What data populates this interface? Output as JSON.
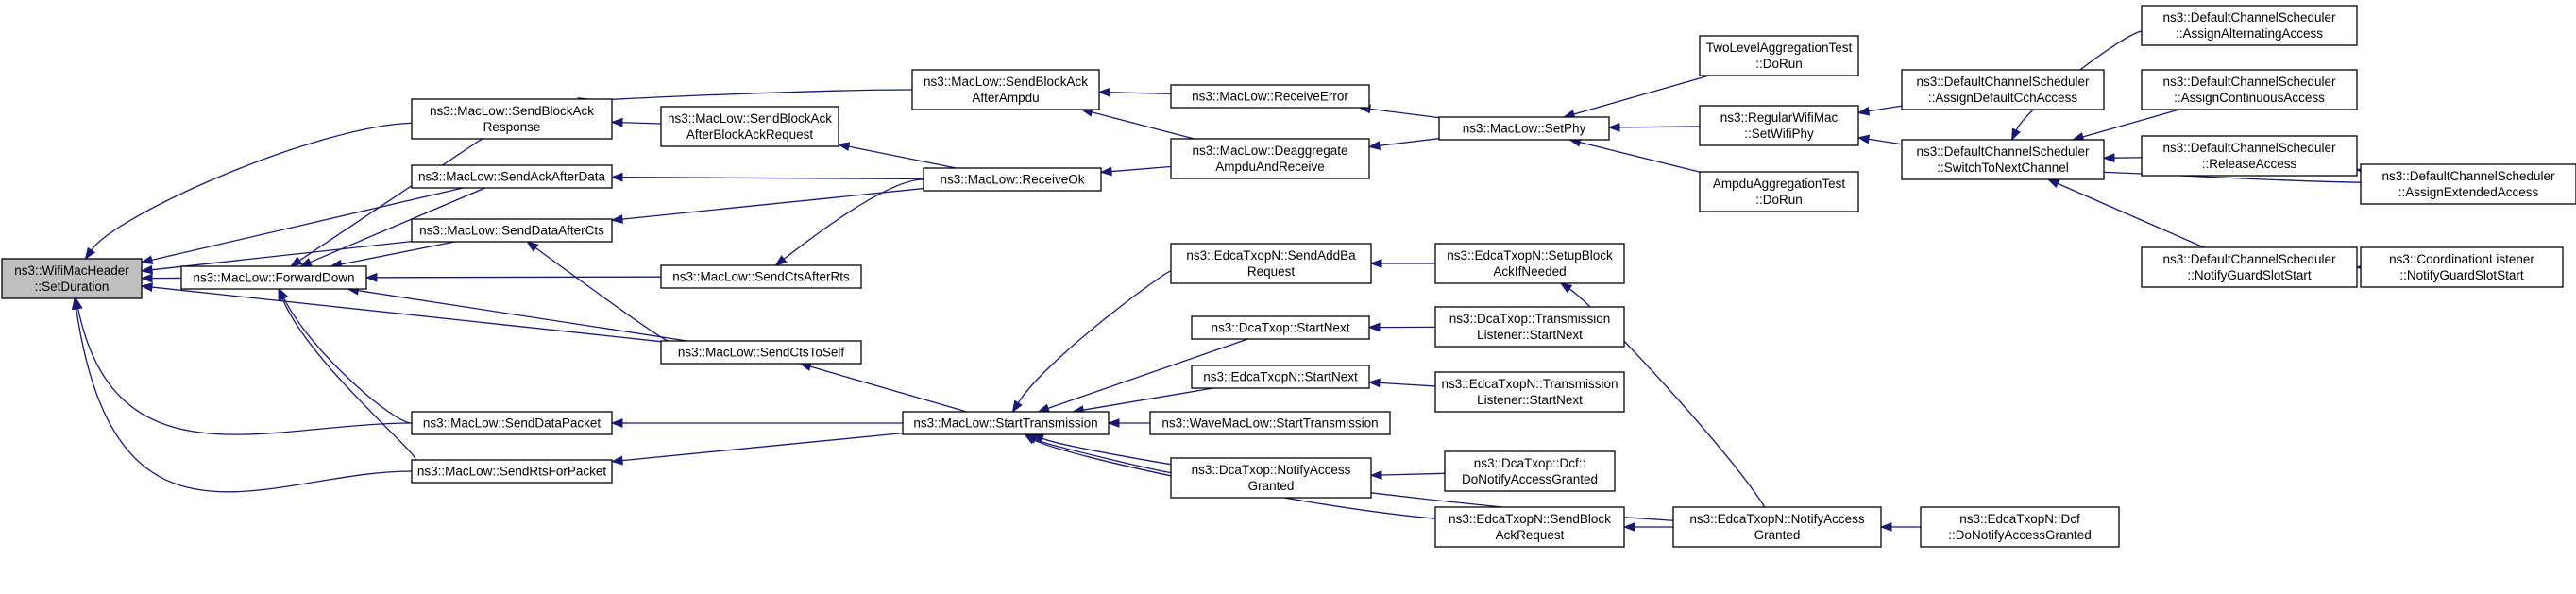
{
  "graph": {
    "nodes": [
      {
        "id": "setduration",
        "lines": [
          "ns3::WifiMacHeader",
          "::SetDuration"
        ],
        "root": true
      },
      {
        "id": "forwarddown",
        "lines": [
          "ns3::MacLow::ForwardDown"
        ]
      },
      {
        "id": "sendblockackresponse",
        "lines": [
          "ns3::MacLow::SendBlockAck",
          "Response"
        ]
      },
      {
        "id": "sendackafterdata",
        "lines": [
          "ns3::MacLow::SendAckAfterData"
        ]
      },
      {
        "id": "senddataafterctsA",
        "lines": [
          "ns3::MacLow::SendDataAfterCts"
        ]
      },
      {
        "id": "senddatapacket",
        "lines": [
          "ns3::MacLow::SendDataPacket"
        ]
      },
      {
        "id": "sendrtsforpacket",
        "lines": [
          "ns3::MacLow::SendRtsForPacket"
        ]
      },
      {
        "id": "sendblockackafterblockackrequest",
        "lines": [
          "ns3::MacLow::SendBlockAck",
          "AfterBlockAckRequest"
        ]
      },
      {
        "id": "sendctsafterrts",
        "lines": [
          "ns3::MacLow::SendCtsAfterRts"
        ]
      },
      {
        "id": "sendctstoself",
        "lines": [
          "ns3::MacLow::SendCtsToSelf"
        ]
      },
      {
        "id": "sendblockackafterampdu",
        "lines": [
          "ns3::MacLow::SendBlockAck",
          "AfterAmpdu"
        ]
      },
      {
        "id": "receiveok",
        "lines": [
          "ns3::MacLow::ReceiveOk"
        ]
      },
      {
        "id": "starttransmission",
        "lines": [
          "ns3::MacLow::StartTransmission"
        ]
      },
      {
        "id": "receiveerror",
        "lines": [
          "ns3::MacLow::ReceiveError"
        ]
      },
      {
        "id": "deaggregate",
        "lines": [
          "ns3::MacLow::Deaggregate",
          "AmpduAndReceive"
        ]
      },
      {
        "id": "setphy",
        "lines": [
          "ns3::MacLow::SetPhy"
        ]
      },
      {
        "id": "twolevel",
        "lines": [
          "TwoLevelAggregationTest",
          "::DoRun"
        ]
      },
      {
        "id": "regularwifimac",
        "lines": [
          "ns3::RegularWifiMac",
          "::SetWifiPhy"
        ]
      },
      {
        "id": "ampduaggregationtest",
        "lines": [
          "AmpduAggregationTest",
          "::DoRun"
        ]
      },
      {
        "id": "assigndefaultcch",
        "lines": [
          "ns3::DefaultChannelScheduler",
          "::AssignDefaultCchAccess"
        ]
      },
      {
        "id": "switchtonextchannel",
        "lines": [
          "ns3::DefaultChannelScheduler",
          "::SwitchToNextChannel"
        ]
      },
      {
        "id": "assignalternating",
        "lines": [
          "ns3::DefaultChannelScheduler",
          "::AssignAlternatingAccess"
        ]
      },
      {
        "id": "assigncontinuous",
        "lines": [
          "ns3::DefaultChannelScheduler",
          "::AssignContinuousAccess"
        ]
      },
      {
        "id": "releaseaccess",
        "lines": [
          "ns3::DefaultChannelScheduler",
          "::ReleaseAccess"
        ]
      },
      {
        "id": "assignextended",
        "lines": [
          "ns3::DefaultChannelScheduler",
          "::AssignExtendedAccess"
        ]
      },
      {
        "id": "notifyguardslotstart",
        "lines": [
          "ns3::DefaultChannelScheduler",
          "::NotifyGuardSlotStart"
        ]
      },
      {
        "id": "coordinationlistener",
        "lines": [
          "ns3::CoordinationListener",
          "::NotifyGuardSlotStart"
        ]
      },
      {
        "id": "edcasendaddba",
        "lines": [
          "ns3::EdcaTxopN::SendAddBa",
          "Request"
        ]
      },
      {
        "id": "dcastartnext",
        "lines": [
          "ns3::DcaTxop::StartNext"
        ]
      },
      {
        "id": "edcastartnext",
        "lines": [
          "ns3::EdcaTxopN::StartNext"
        ]
      },
      {
        "id": "wavestarttransmission",
        "lines": [
          "ns3::WaveMacLow::StartTransmission"
        ]
      },
      {
        "id": "dcanotifyaccessgranted",
        "lines": [
          "ns3::DcaTxop::NotifyAccess",
          "Granted"
        ]
      },
      {
        "id": "edcasendblockackrequest",
        "lines": [
          "ns3::EdcaTxopN::SendBlock",
          "AckRequest"
        ]
      },
      {
        "id": "edcasetupblockack",
        "lines": [
          "ns3::EdcaTxopN::SetupBlock",
          "AckIfNeeded"
        ]
      },
      {
        "id": "dcatranslistener",
        "lines": [
          "ns3::DcaTxop::Transmission",
          "Listener::StartNext"
        ]
      },
      {
        "id": "edcatranslistener",
        "lines": [
          "ns3::EdcaTxopN::Transmission",
          "Listener::StartNext"
        ]
      },
      {
        "id": "dcadcfdonotify",
        "lines": [
          "ns3::DcaTxop::Dcf::",
          "DoNotifyAccessGranted"
        ]
      },
      {
        "id": "edcanotifyaccessgranted",
        "lines": [
          "ns3::EdcaTxopN::NotifyAccess",
          "Granted"
        ]
      },
      {
        "id": "edcadcfdonotify",
        "lines": [
          "ns3::EdcaTxopN::Dcf",
          "::DoNotifyAccessGranted"
        ]
      }
    ],
    "edges": [
      {
        "from": "forwarddown",
        "to": "setduration"
      },
      {
        "from": "sendblockackresponse",
        "to": "setduration"
      },
      {
        "from": "sendackafterdata",
        "to": "setduration"
      },
      {
        "from": "senddataafterctsA",
        "to": "setduration"
      },
      {
        "from": "sendctstoself",
        "to": "setduration"
      },
      {
        "from": "senddatapacket",
        "to": "setduration"
      },
      {
        "from": "sendrtsforpacket",
        "to": "setduration"
      },
      {
        "from": "sendblockackresponse",
        "to": "forwarddown"
      },
      {
        "from": "sendackafterdata",
        "to": "forwarddown"
      },
      {
        "from": "senddataafterctsA",
        "to": "forwarddown"
      },
      {
        "from": "sendctsafterrts",
        "to": "forwarddown"
      },
      {
        "from": "sendctstoself",
        "to": "forwarddown"
      },
      {
        "from": "senddatapacket",
        "to": "forwarddown"
      },
      {
        "from": "sendrtsforpacket",
        "to": "forwarddown"
      },
      {
        "from": "sendblockackafterblockackrequest",
        "to": "sendblockackresponse"
      },
      {
        "from": "sendblockackafterampdu",
        "to": "sendblockackresponse"
      },
      {
        "from": "receiveok",
        "to": "sendackafterdata"
      },
      {
        "from": "receiveok",
        "to": "senddataafterctsA"
      },
      {
        "from": "sendctstoself",
        "to": "senddataafterctsA"
      },
      {
        "from": "starttransmission",
        "to": "senddatapacket"
      },
      {
        "from": "starttransmission",
        "to": "sendrtsforpacket"
      },
      {
        "from": "starttransmission",
        "to": "sendctstoself"
      },
      {
        "from": "receiveok",
        "to": "sendblockackafterblockackrequest"
      },
      {
        "from": "receiveok",
        "to": "sendctsafterrts"
      },
      {
        "from": "receiveerror",
        "to": "sendblockackafterampdu"
      },
      {
        "from": "deaggregate",
        "to": "sendblockackafterampdu"
      },
      {
        "from": "deaggregate",
        "to": "receiveok"
      },
      {
        "from": "setphy",
        "to": "receiveerror"
      },
      {
        "from": "setphy",
        "to": "deaggregate"
      },
      {
        "from": "twolevel",
        "to": "setphy"
      },
      {
        "from": "regularwifimac",
        "to": "setphy"
      },
      {
        "from": "ampduaggregationtest",
        "to": "setphy"
      },
      {
        "from": "assigndefaultcch",
        "to": "regularwifimac"
      },
      {
        "from": "switchtonextchannel",
        "to": "regularwifimac"
      },
      {
        "from": "assignalternating",
        "to": "switchtonextchannel"
      },
      {
        "from": "assigncontinuous",
        "to": "switchtonextchannel"
      },
      {
        "from": "releaseaccess",
        "to": "switchtonextchannel"
      },
      {
        "from": "assignextended",
        "to": "switchtonextchannel"
      },
      {
        "from": "notifyguardslotstart",
        "to": "switchtonextchannel"
      },
      {
        "from": "assignextended",
        "to": "releaseaccess"
      },
      {
        "from": "coordinationlistener",
        "to": "notifyguardslotstart"
      },
      {
        "from": "edcasendaddba",
        "to": "starttransmission"
      },
      {
        "from": "dcastartnext",
        "to": "starttransmission"
      },
      {
        "from": "edcastartnext",
        "to": "starttransmission"
      },
      {
        "from": "wavestarttransmission",
        "to": "starttransmission"
      },
      {
        "from": "dcanotifyaccessgranted",
        "to": "starttransmission"
      },
      {
        "from": "edcasendblockackrequest",
        "to": "starttransmission"
      },
      {
        "from": "edcanotifyaccessgranted",
        "to": "starttransmission"
      },
      {
        "from": "edcasetupblockack",
        "to": "edcasendaddba"
      },
      {
        "from": "dcatranslistener",
        "to": "dcastartnext"
      },
      {
        "from": "edcatranslistener",
        "to": "edcastartnext"
      },
      {
        "from": "dcadcfdonotify",
        "to": "dcanotifyaccessgranted"
      },
      {
        "from": "edcanotifyaccessgranted",
        "to": "edcasendblockackrequest"
      },
      {
        "from": "edcanotifyaccessgranted",
        "to": "edcasetupblockack"
      },
      {
        "from": "edcadcfdonotify",
        "to": "edcanotifyaccessgranted"
      }
    ]
  }
}
